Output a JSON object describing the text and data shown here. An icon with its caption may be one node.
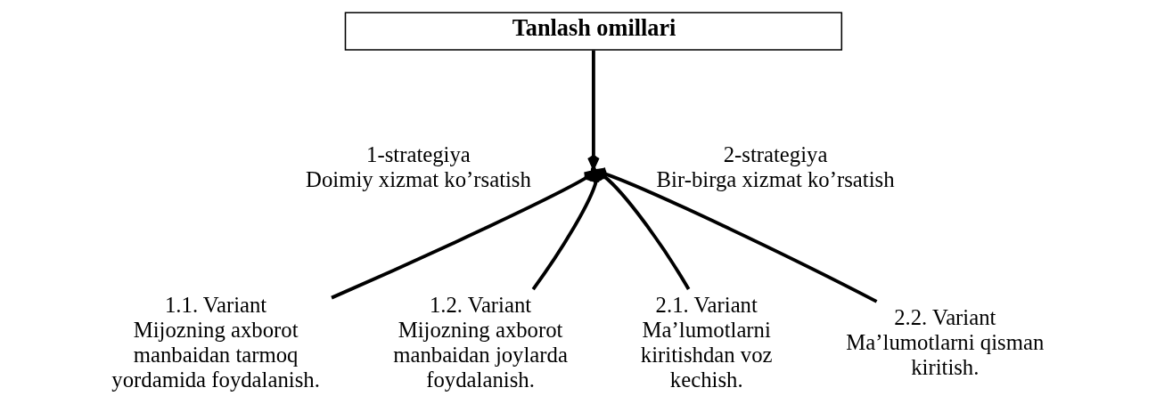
{
  "diagram": {
    "nodes": [
      {
        "text": [
          "Tanlash omillari"
        ]
      },
      {
        "text": [],
        "shape": "point"
      },
      {
        "text": [
          "1.1. Variant",
          "Mijozning axborot manbaidan tarmoq yordamida foydalanish."
        ]
      },
      {
        "text": [
          "1.2. Variant",
          "Mijozning axborot manbaidan joylarda foydalanish."
        ]
      },
      {
        "text": [
          "2.1. Variant",
          "Ma’lumotlarni kiritishdan voz kechish."
        ]
      },
      {
        "text": [
          "2.2. Variant",
          "Ma’lumotlarni qisman kiritish."
        ]
      }
    ],
    "edges": [
      {
        "from": 0,
        "to": 1,
        "arrow": "to"
      },
      {
        "from": 2,
        "to": 1,
        "arrow": "to"
      },
      {
        "from": 3,
        "to": 1,
        "arrow": "to"
      },
      {
        "from": 4,
        "to": 1,
        "arrow": "to"
      },
      {
        "from": 5,
        "to": 1,
        "arrow": "to"
      }
    ],
    "labels": [
      "1-strategiya",
      "Doimiy xizmat ko’rsatish",
      "2-strategiya",
      "Bir-birga xizmat ko’rsatish"
    ]
  }
}
